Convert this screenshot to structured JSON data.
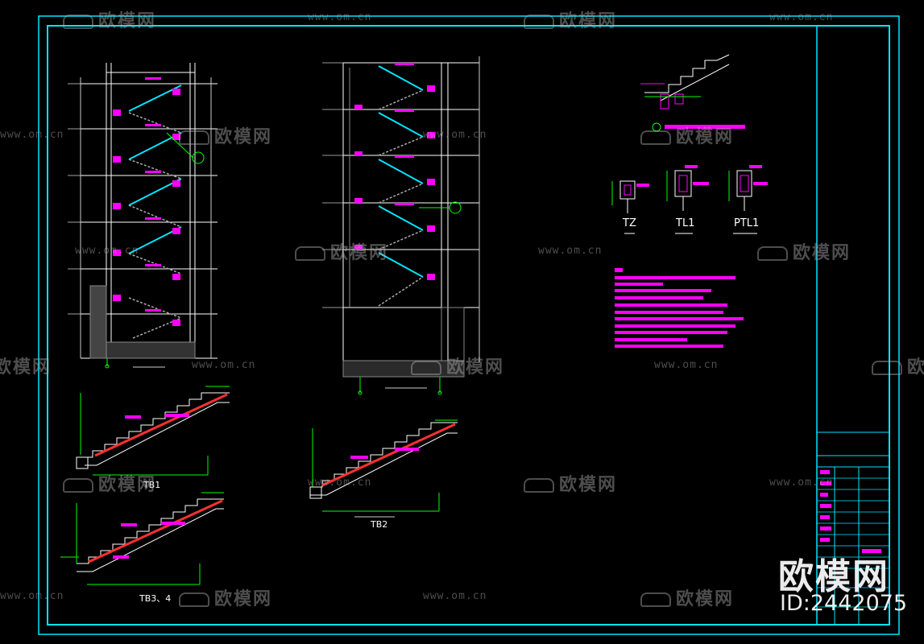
{
  "watermark": {
    "brand": "欧模网",
    "url": "www.om.cn"
  },
  "drawing": {
    "details": {
      "tz": "TZ",
      "tl1": "TL1",
      "ptl1": "PTL1"
    },
    "flights": {
      "tb1": "TB1",
      "tb2": "TB2",
      "tb34": "TB3、4"
    }
  },
  "corner_watermark": {
    "brand": "欧模网",
    "id": "ID:2442075"
  },
  "colors": {
    "frame": "#00e5ff",
    "line": "#ffffff",
    "dim": "#00ff00",
    "rebar": "#ff00ff",
    "concrete": "#ff3030",
    "stair_cyan": "#00e5ff"
  }
}
